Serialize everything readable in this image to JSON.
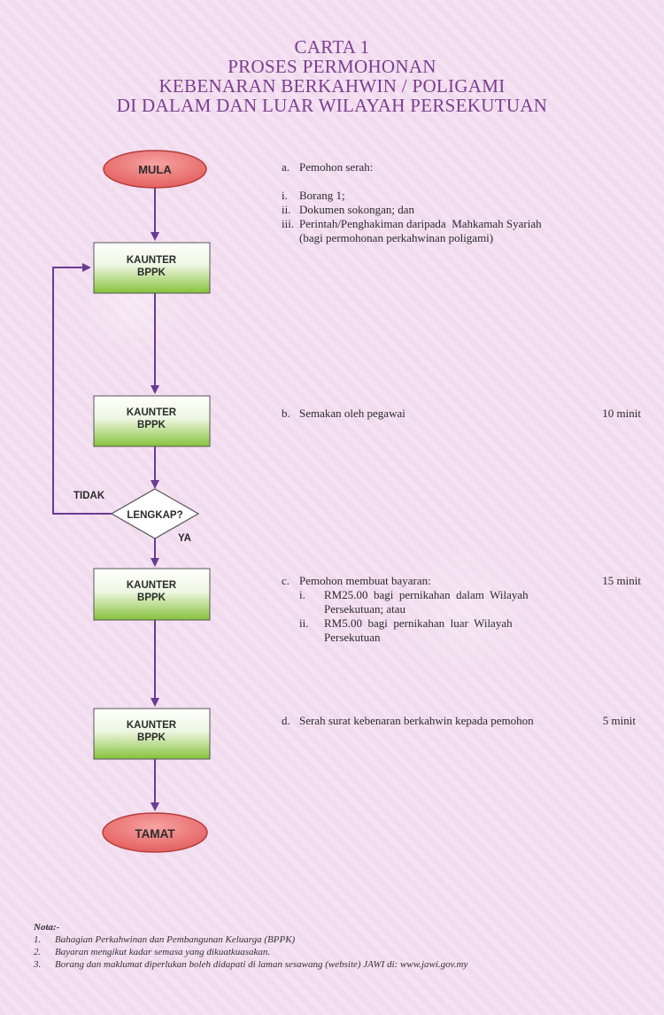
{
  "title": {
    "line1": "CARTA 1",
    "line2": "PROSES PERMOHONAN",
    "line3": "KEBENARAN BERKAHWIN / POLIGAMI",
    "line4": "DI DALAM DAN LUAR WILAYAH PERSEKUTUAN"
  },
  "flow": {
    "start": "MULA",
    "counter_line1": "KAUNTER",
    "counter_line2": "BPPK",
    "decision": "LENGKAP?",
    "no": "TIDAK",
    "yes": "YA",
    "end": "TAMAT"
  },
  "steps": {
    "a": {
      "label": "a.",
      "text": "Pemohon serah:",
      "items": [
        {
          "num": "i.",
          "text": "Borang 1;"
        },
        {
          "num": "ii.",
          "text": "Dokumen sokongan; dan"
        },
        {
          "num": "iii.",
          "text": "Perintah/Penghakiman daripada  Mahkamah Syariah",
          "text2": "(bagi permohonan perkahwinan poligami)"
        }
      ]
    },
    "b": {
      "label": "b.",
      "text": "Semakan oleh pegawai",
      "time": "10 minit"
    },
    "c": {
      "label": "c.",
      "text": "Pemohon membuat bayaran:",
      "time": "15 minit",
      "items": [
        {
          "num": "i.",
          "text": "RM25.00  bagi  pernikahan  dalam  Wilayah",
          "text2": "Persekutuan; atau"
        },
        {
          "num": "ii.",
          "text": "RM5.00  bagi  pernikahan  luar  Wilayah",
          "text2": "Persekutuan"
        }
      ]
    },
    "d": {
      "label": "d.",
      "text": "Serah surat kebenaran berkahwin kepada pemohon",
      "time": "5 minit"
    }
  },
  "notes": {
    "heading": "Nota:-",
    "items": [
      {
        "num": "1.",
        "text": "Bahagian Perkahwinan dan Pembangunan Keluarga (BPPK)"
      },
      {
        "num": "2.",
        "text": "Bayaran mengikut kadar semasa yang dikuatkuasakan."
      },
      {
        "num": "3.",
        "text": "Borang dan maklumat diperlukan boleh didapati di laman sesawang (website) JAWI di: www.jawi.gov.my"
      }
    ]
  },
  "colors": {
    "title": "#7a3d8f",
    "arrow": "#6a3a95",
    "terminal": "#e86a6a",
    "box_top": "#ffffff",
    "box_bottom": "#8dc63f"
  }
}
